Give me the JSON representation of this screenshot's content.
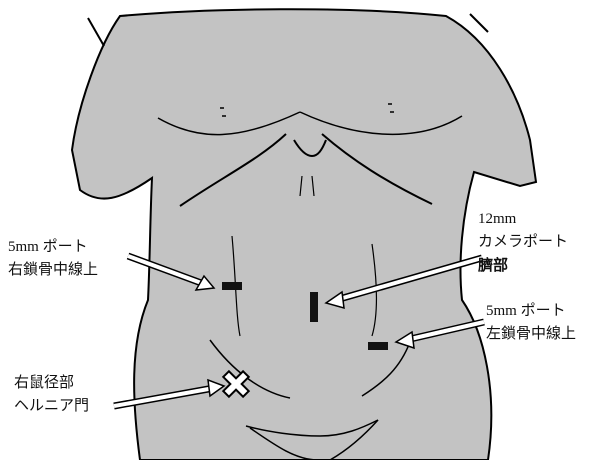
{
  "labels": {
    "right_port": [
      "5mm ポート",
      "右鎖骨中線上"
    ],
    "camera_port": [
      "12mm",
      "カメラポート",
      "臍部"
    ],
    "left_port": [
      "5mm ポート",
      "左鎖骨中線上"
    ],
    "hernia": [
      "右鼠径部",
      "ヘルニア門"
    ]
  },
  "colors": {
    "body_fill": "#c3c3c3",
    "outline": "#000000",
    "port_marker": "#111111",
    "hernia_marker": "#ffffff"
  },
  "icons": {
    "hernia_marker": "x-cross-icon",
    "pointer": "arrow-icon"
  }
}
